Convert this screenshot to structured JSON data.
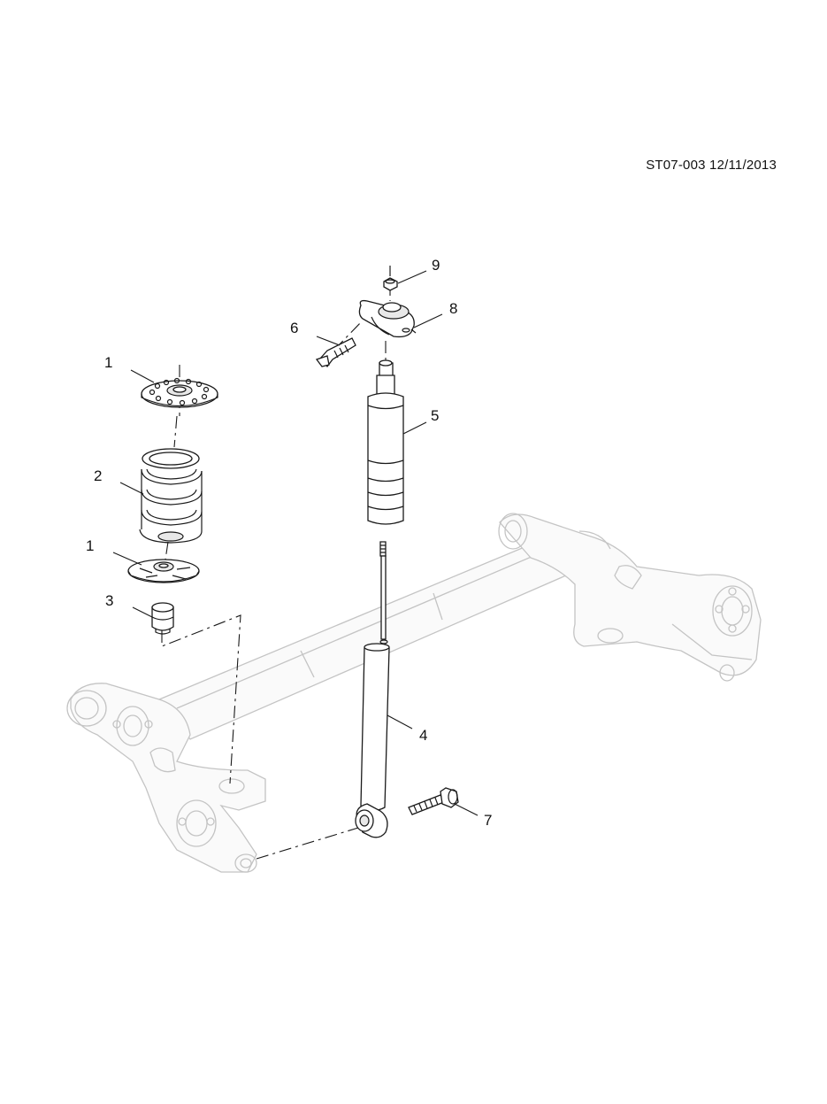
{
  "document": {
    "reference": "ST07-003 12/11/2013"
  },
  "callouts": [
    {
      "id": "callout-1-upper",
      "label": "1"
    },
    {
      "id": "callout-2",
      "label": "2"
    },
    {
      "id": "callout-1-lower",
      "label": "1"
    },
    {
      "id": "callout-3",
      "label": "3"
    },
    {
      "id": "callout-4",
      "label": "4"
    },
    {
      "id": "callout-5",
      "label": "5"
    },
    {
      "id": "callout-6",
      "label": "6"
    },
    {
      "id": "callout-7",
      "label": "7"
    },
    {
      "id": "callout-8",
      "label": "8"
    },
    {
      "id": "callout-9",
      "label": "9"
    }
  ],
  "colors": {
    "part_outline": "#1a1a1a",
    "axle_outline": "#c4c4c4",
    "background": "#ffffff"
  }
}
